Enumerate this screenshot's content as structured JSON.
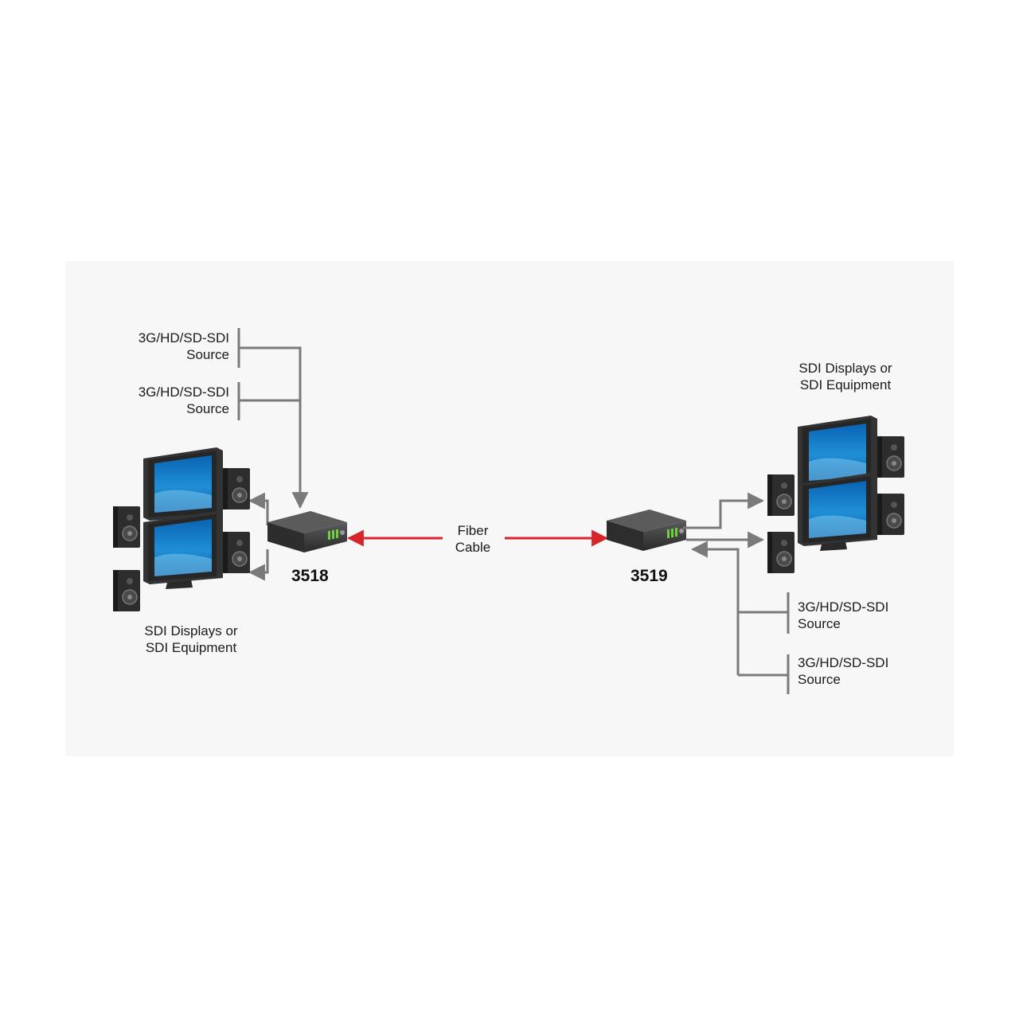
{
  "left": {
    "device_label": "3518",
    "sources": [
      {
        "line1": "3G/HD/SD-SDI",
        "line2": "Source"
      },
      {
        "line1": "3G/HD/SD-SDI",
        "line2": "Source"
      }
    ],
    "displays": {
      "line1": "SDI Displays or",
      "line2": "SDI Equipment"
    }
  },
  "right": {
    "device_label": "3519",
    "sources": [
      {
        "line1": "3G/HD/SD-SDI",
        "line2": "Source"
      },
      {
        "line1": "3G/HD/SD-SDI",
        "line2": "Source"
      }
    ],
    "displays": {
      "line1": "SDI Displays or",
      "line2": "SDI Equipment"
    }
  },
  "link": {
    "line1": "Fiber",
    "line2": "Cable"
  },
  "colors": {
    "fiber": "#d6262b",
    "connector": "#7a7a7a",
    "device": "#3b3b3b",
    "screen": "#1f8fd6",
    "panel": "#f7f7f7"
  },
  "icons": [
    "monitor-icon",
    "speaker-icon",
    "converter-box-icon"
  ]
}
